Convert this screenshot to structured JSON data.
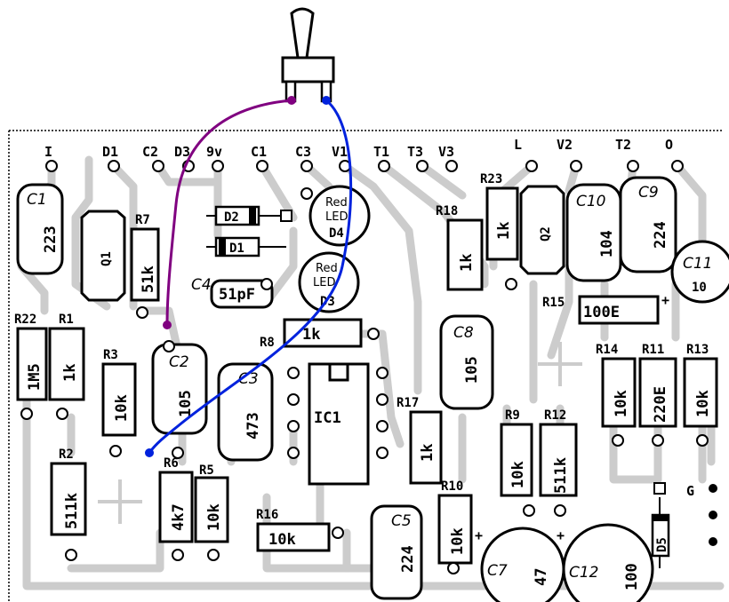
{
  "pins": {
    "I": "I",
    "D1": "D1",
    "C2": "C2",
    "D3": "D3",
    "9v": "9v",
    "C1": "C1",
    "C3": "C3",
    "V1": "V1",
    "T1": "T1",
    "T3": "T3",
    "V3": "V3",
    "L": "L",
    "V2": "V2",
    "T2": "T2",
    "O": "O",
    "G": "G"
  },
  "components": {
    "C1": {
      "ref": "C1",
      "value": "223"
    },
    "Q1": {
      "ref": "Q1"
    },
    "R7": {
      "ref": "R7",
      "value": "51k"
    },
    "D2": {
      "ref": "D2"
    },
    "D1": {
      "ref": "D1"
    },
    "D4": {
      "ref": "D4",
      "line1": "Red",
      "line2": "LED"
    },
    "D3": {
      "ref": "D3",
      "line1": "Red",
      "line2": "LED"
    },
    "C4": {
      "ref": "C4",
      "value": "51pF"
    },
    "R8": {
      "ref": "R8",
      "value": "1k"
    },
    "R22": {
      "ref": "R22",
      "value": "1M5"
    },
    "R1": {
      "ref": "R1",
      "value": "1k"
    },
    "R3": {
      "ref": "R3",
      "value": "10k"
    },
    "C2": {
      "ref": "C2",
      "value": "105"
    },
    "C3": {
      "ref": "C3",
      "value": "473"
    },
    "IC1": {
      "ref": "IC1"
    },
    "R2": {
      "ref": "R2",
      "value": "511k"
    },
    "R6": {
      "ref": "R6",
      "value": "4k7"
    },
    "R5": {
      "ref": "R5",
      "value": "10k"
    },
    "R16": {
      "ref": "R16",
      "value": "10k"
    },
    "C5": {
      "ref": "C5",
      "value": "224"
    },
    "R10": {
      "ref": "R10",
      "value": "10k"
    },
    "C7": {
      "ref": "C7",
      "value": "47"
    },
    "C12": {
      "ref": "C12",
      "value": "100"
    },
    "D5": {
      "ref": "D5"
    },
    "R17": {
      "ref": "R17",
      "value": "1k"
    },
    "R9": {
      "ref": "R9",
      "value": "10k"
    },
    "R12": {
      "ref": "R12",
      "value": "511k"
    },
    "C8": {
      "ref": "C8",
      "value": "105"
    },
    "R18": {
      "ref": "R18",
      "value": "1k"
    },
    "R23": {
      "ref": "R23",
      "value": "1k"
    },
    "Q2": {
      "ref": "Q2"
    },
    "C10": {
      "ref": "C10",
      "value": "104"
    },
    "C9": {
      "ref": "C9",
      "value": "224"
    },
    "C11": {
      "ref": "C11",
      "value": "10"
    },
    "R15": {
      "ref": "R15",
      "value": "100E"
    },
    "R14": {
      "ref": "R14",
      "value": "10k"
    },
    "R11": {
      "ref": "R11",
      "value": "220E"
    },
    "R13": {
      "ref": "R13",
      "value": "10k"
    }
  },
  "polarity": {
    "plus": "+"
  },
  "colors": {
    "trace": "#cccccc",
    "ink": "#000000",
    "wire_purple": "#800080",
    "wire_blue": "#0022dd"
  }
}
